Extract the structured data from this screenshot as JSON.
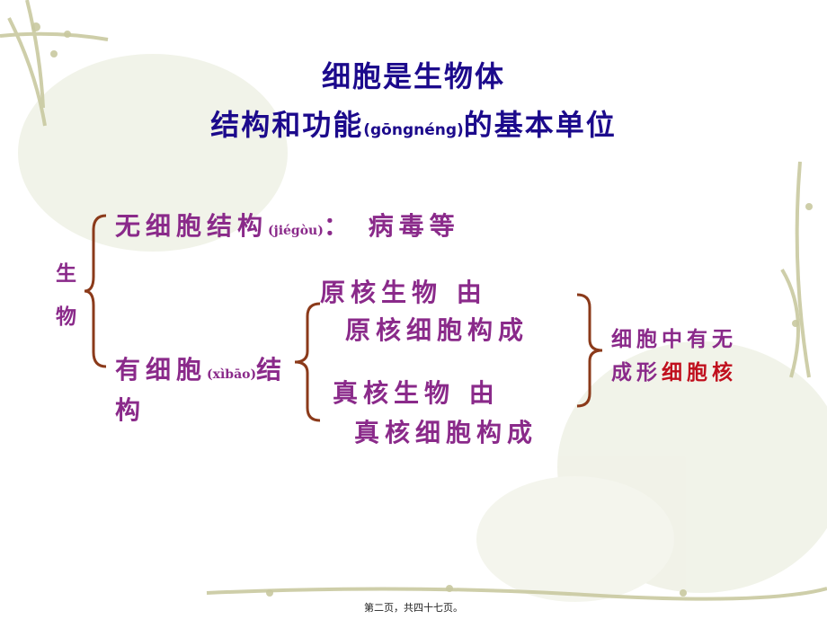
{
  "title": {
    "line1": "细胞是生物体",
    "line2_main": "结构和功能",
    "line2_pinyin": "(gōngnéng)",
    "line2_tail": "的基本单位"
  },
  "organism": {
    "label_char1": "生",
    "label_char2": "物",
    "acellular": {
      "text": "无细胞结构",
      "pinyin": "(jiégòu)",
      "tail": "：  病毒等"
    },
    "cellular": {
      "text": "有细胞",
      "pinyin": "(xìbāo)",
      "tail1": "结",
      "tail2": "构"
    }
  },
  "cell_types": {
    "prokaryote_line1": "原核生物    由",
    "prokaryote_line2": "原核细胞构成",
    "eukaryote_line1": "真核生物    由",
    "eukaryote_line2": "真核细胞构成"
  },
  "conclusion": {
    "line1": "细胞中有无",
    "line2_plain": "成形",
    "line2_red": "细胞核"
  },
  "footer": "第二页，共四十七页。",
  "colors": {
    "title": "#1c0a8c",
    "body_text": "#8a2a8a",
    "brace": "#8b3a1a",
    "highlight": "#c0101e"
  }
}
